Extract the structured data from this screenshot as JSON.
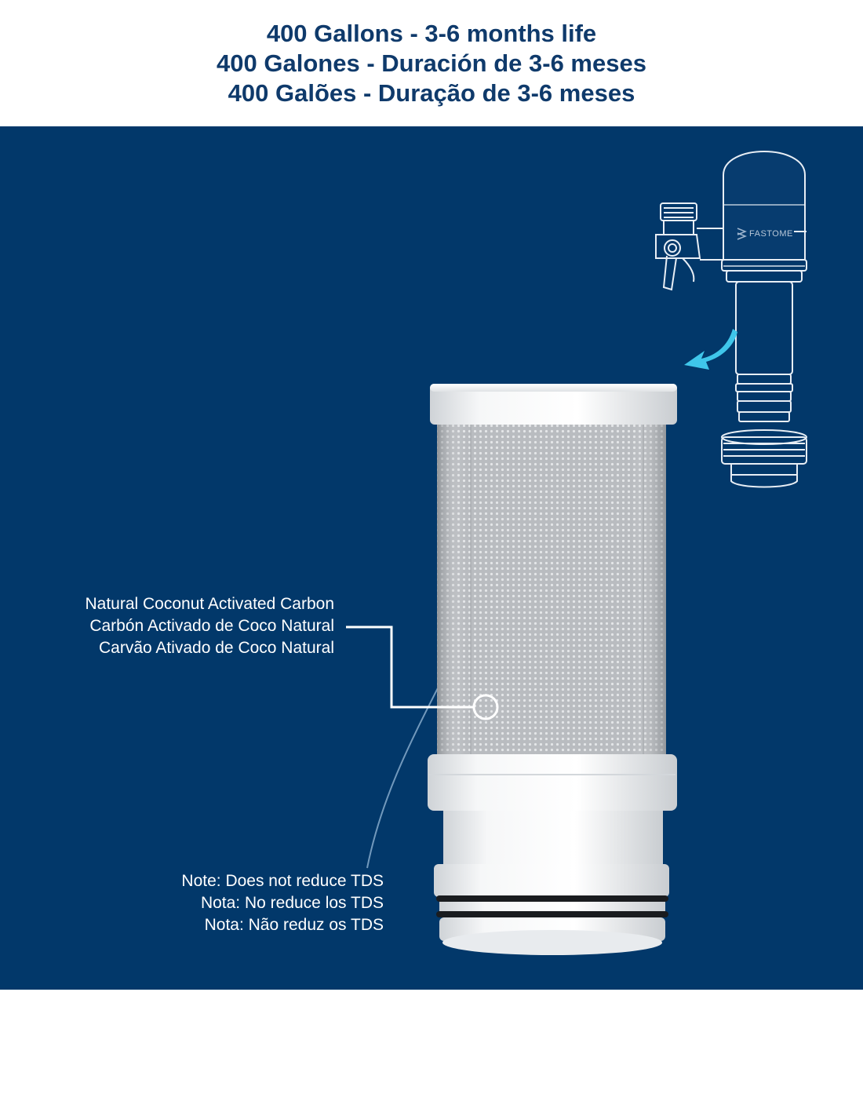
{
  "header": {
    "lines": [
      "400 Gallons - 3-6 months life",
      "400 Galones - Duración de 3-6 meses",
      "400 Galões - Duração de 3-6 meses"
    ]
  },
  "callout_carbon": {
    "lines": [
      "Natural Coconut Activated Carbon",
      "Carbón Activado de Coco Natural",
      "Carvão Ativado de Coco Natural"
    ]
  },
  "callout_note": {
    "lines": [
      "Note: Does not reduce TDS",
      "Nota: No reduce los TDS",
      "Nota: Não reduz os TDS"
    ]
  },
  "brand": {
    "logo_text": "FASTOME"
  },
  "colors": {
    "header_text": "#0f3a6b",
    "panel_background": "#02386a",
    "arrow": "#3fc6ea",
    "label_text": "#ffffff"
  },
  "icons": [
    "faucet-icon",
    "arrow-icon",
    "filter-cartridge-icon"
  ]
}
